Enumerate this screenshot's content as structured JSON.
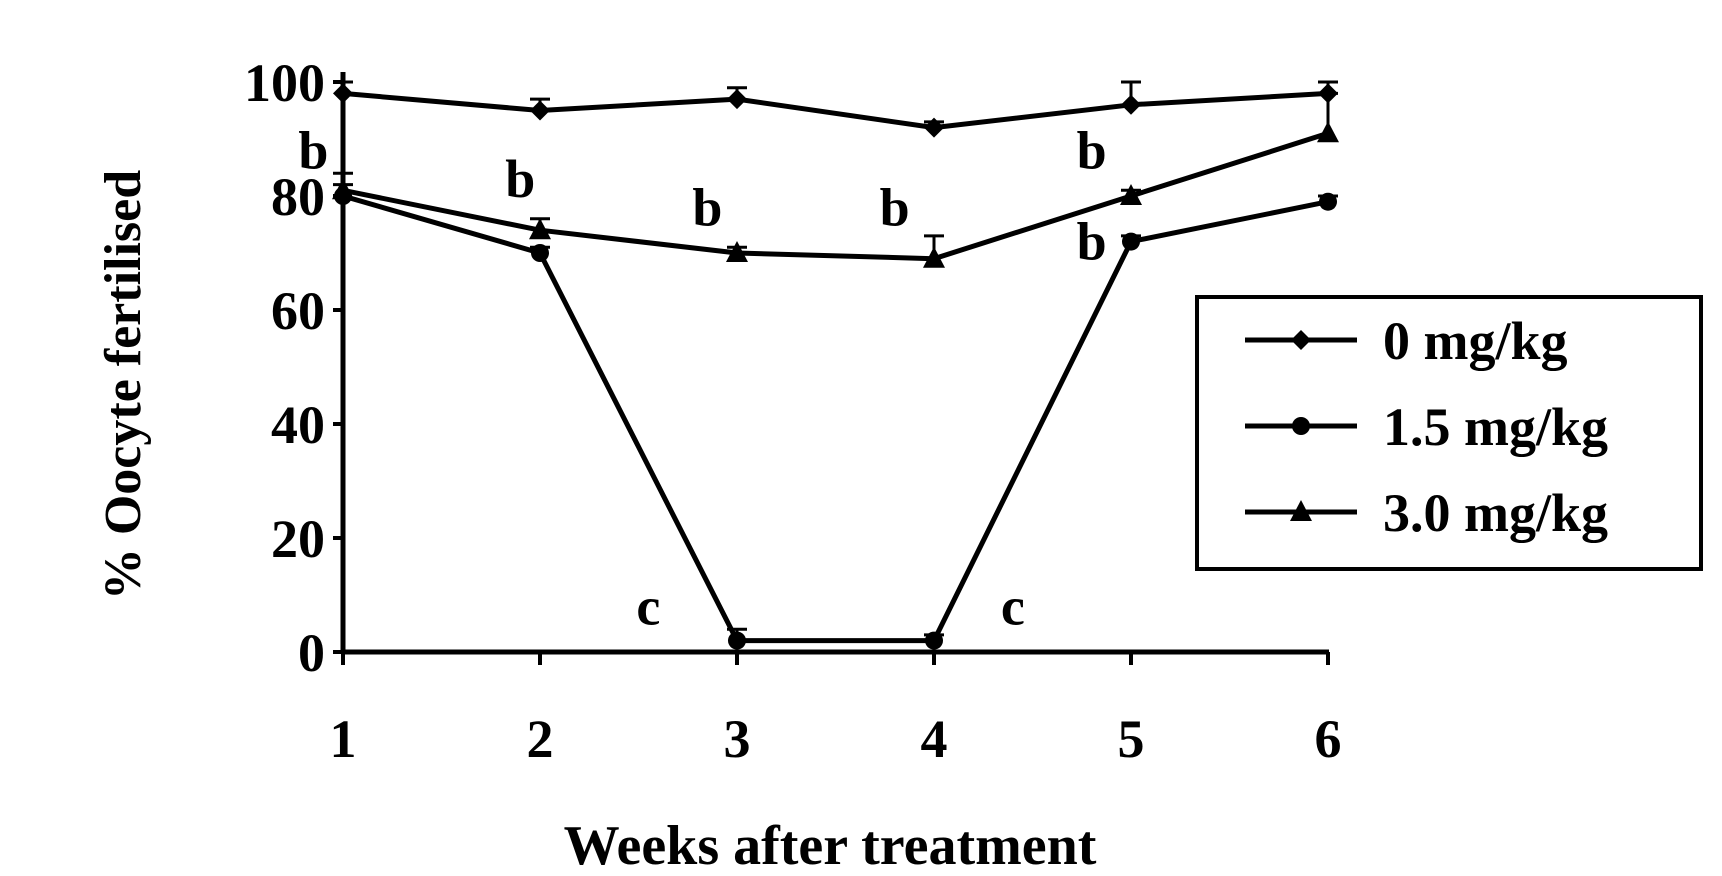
{
  "chart_data": {
    "type": "line",
    "xlabel": "Weeks after treatment",
    "ylabel": "% Oocyte fertilised",
    "x": [
      1,
      2,
      3,
      4,
      5,
      6
    ],
    "x_ticks": [
      "1",
      "2",
      "3",
      "4",
      "5",
      "6"
    ],
    "ylim": [
      0,
      100
    ],
    "y_ticks": [
      "0",
      "20",
      "40",
      "60",
      "80",
      "100"
    ],
    "grid": false,
    "legend_position": "right",
    "series": [
      {
        "name": "0 mg/kg",
        "marker": "diamond",
        "values": [
          98,
          95,
          97,
          92,
          96,
          98
        ],
        "errors": [
          2,
          2,
          2,
          1,
          4,
          2
        ]
      },
      {
        "name": "1.5 mg/kg",
        "marker": "circle",
        "values": [
          80,
          70,
          2,
          2,
          72,
          79
        ],
        "errors": [
          4,
          1,
          2,
          1,
          1,
          1
        ]
      },
      {
        "name": "3.0 mg/kg",
        "marker": "triangle",
        "values": [
          81,
          74,
          70,
          69,
          80,
          91
        ],
        "errors": [
          1,
          2,
          1,
          4,
          1,
          7
        ]
      }
    ],
    "annotations": [
      {
        "text": "b",
        "x": 0.85,
        "y": 88
      },
      {
        "text": "b",
        "x": 1.9,
        "y": 83
      },
      {
        "text": "b",
        "x": 2.85,
        "y": 78
      },
      {
        "text": "b",
        "x": 3.8,
        "y": 78
      },
      {
        "text": "b",
        "x": 4.8,
        "y": 88
      },
      {
        "text": "b",
        "x": 4.8,
        "y": 72
      },
      {
        "text": "c",
        "x": 2.55,
        "y": 8
      },
      {
        "text": "c",
        "x": 4.4,
        "y": 8
      }
    ]
  }
}
